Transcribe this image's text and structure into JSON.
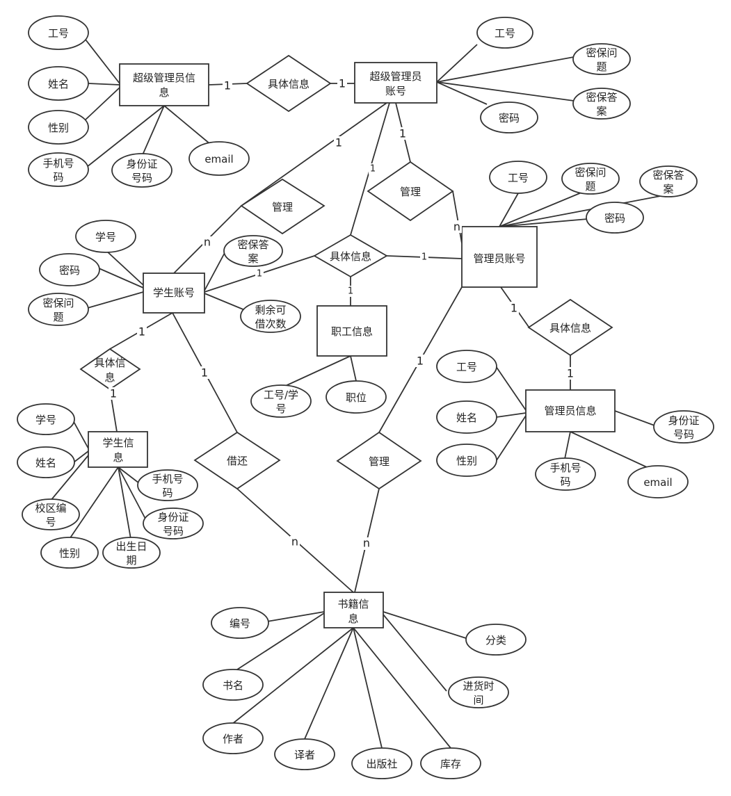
{
  "diagram": {
    "entities": {
      "super_admin_info": {
        "line1": "超级管理员信",
        "line2": "息"
      },
      "super_admin_account": {
        "line1": "超级管理员",
        "line2": "账号"
      },
      "student_account": {
        "line1": "学生账号"
      },
      "admin_account": {
        "line1": "管理员账号"
      },
      "staff_info": {
        "line1": "职工信息"
      },
      "admin_info": {
        "line1": "管理员信息"
      },
      "student_info": {
        "line1": "学生信",
        "line2": "息"
      },
      "book_info": {
        "line1": "书籍信",
        "line2": "息"
      }
    },
    "relationships": {
      "rel_detail_top": {
        "label": "具体信息"
      },
      "rel_manage_left": {
        "label": "管理"
      },
      "rel_manage_right": {
        "label": "管理"
      },
      "rel_detail_mid": {
        "label": "具体信息"
      },
      "rel_detail_admin": {
        "label": "具体信息"
      },
      "rel_detail_student": {
        "line1": "具体信",
        "line2": "息"
      },
      "rel_borrow": {
        "label": "借还"
      },
      "rel_manage_books": {
        "label": "管理"
      }
    },
    "attributes": {
      "sai_id": {
        "line1": "工号"
      },
      "sai_name": {
        "line1": "姓名"
      },
      "sai_gender": {
        "line1": "性别"
      },
      "sai_phone": {
        "line1": "手机号",
        "line2": "码"
      },
      "sai_idcard": {
        "line1": "身份证",
        "line2": "号码"
      },
      "sai_email": {
        "line1": "email"
      },
      "saa_id": {
        "line1": "工号"
      },
      "saa_q": {
        "line1": "密保问",
        "line2": "题"
      },
      "saa_a": {
        "line1": "密保答",
        "line2": "案"
      },
      "saa_pwd": {
        "line1": "密码"
      },
      "aa_id": {
        "line1": "工号"
      },
      "aa_q": {
        "line1": "密保问",
        "line2": "题"
      },
      "aa_a": {
        "line1": "密保答",
        "line2": "案"
      },
      "aa_pwd": {
        "line1": "密码"
      },
      "sa_no": {
        "line1": "学号"
      },
      "sa_pwd": {
        "line1": "密码"
      },
      "sa_q": {
        "line1": "密保问",
        "line2": "题"
      },
      "sa_a": {
        "line1": "密保答",
        "line2": "案"
      },
      "sa_left": {
        "line1": "剩余可",
        "line2": "借次数"
      },
      "st_id": {
        "line1": "工号/学",
        "line2": "号"
      },
      "st_pos": {
        "line1": "职位"
      },
      "ai_id": {
        "line1": "工号"
      },
      "ai_name": {
        "line1": "姓名"
      },
      "ai_gender": {
        "line1": "性别"
      },
      "ai_idcard": {
        "line1": "身份证",
        "line2": "号码"
      },
      "ai_phone": {
        "line1": "手机号",
        "line2": "码"
      },
      "ai_email": {
        "line1": "email"
      },
      "si_no": {
        "line1": "学号"
      },
      "si_name": {
        "line1": "姓名"
      },
      "si_campus": {
        "line1": "校区编",
        "line2": "号"
      },
      "si_gender": {
        "line1": "性别"
      },
      "si_birth": {
        "line1": "出生日",
        "line2": "期"
      },
      "si_idcard": {
        "line1": "身份证",
        "line2": "号码"
      },
      "si_phone": {
        "line1": "手机号",
        "line2": "码"
      },
      "bk_no": {
        "line1": "编号"
      },
      "bk_title": {
        "line1": "书名"
      },
      "bk_author": {
        "line1": "作者"
      },
      "bk_translator": {
        "line1": "译者"
      },
      "bk_publisher": {
        "line1": "出版社"
      },
      "bk_stock": {
        "line1": "库存"
      },
      "bk_time": {
        "line1": "进货时",
        "line2": "间"
      },
      "bk_category": {
        "line1": "分类"
      }
    },
    "cardinalities": {
      "c1": "1",
      "c2": "1",
      "c3": "1",
      "c4": "n",
      "c5": "1",
      "c6": "n",
      "c7": "1",
      "c8": "1",
      "c9": "1",
      "c10": "1",
      "c11": "1",
      "c12": "1",
      "c13": "1",
      "c14": "1",
      "c15": "1",
      "c16": "n",
      "c17": "n"
    }
  }
}
